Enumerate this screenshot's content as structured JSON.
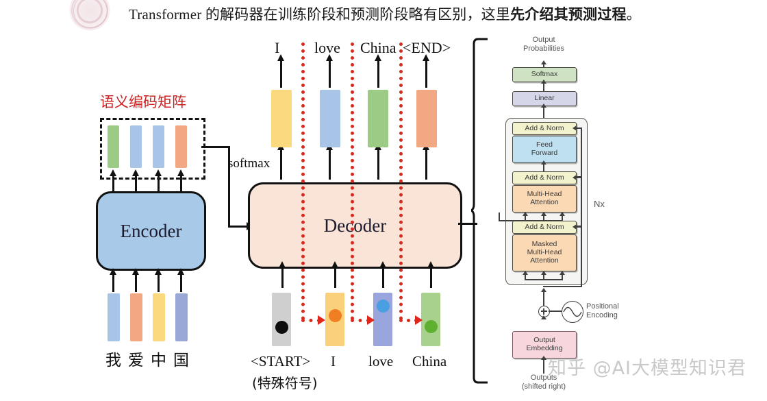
{
  "headline": {
    "prefix": "Transformer 的解码器在训练阶段和预测阶段略有区别，这里",
    "emphasis": "先介绍其预测过程",
    "suffix": "。"
  },
  "watermark": {
    "seal": "university-seal",
    "text": "知乎 @AI大模型知识君"
  },
  "encoder": {
    "title": "Encoder",
    "matrix_label": "语义编码矩阵",
    "softmax_label": "softmax",
    "input_tokens": [
      "我",
      "爱",
      "中",
      "国"
    ],
    "input_bar_colors": [
      "#a8c5e8",
      "#f2a883",
      "#fad97f",
      "#9aa8d8"
    ],
    "matrix_bar_colors": [
      "#9ccb86",
      "#a8c5e8",
      "#a8c5e8",
      "#f2a883"
    ],
    "box_color": "#a8c9e8"
  },
  "decoder": {
    "title": "Decoder",
    "box_color": "#fae3d7",
    "output_tokens": [
      "I",
      "love",
      "China",
      "<END>"
    ],
    "output_bar_colors": [
      "#fad97f",
      "#a8c5e8",
      "#9ccb86",
      "#f2a883"
    ],
    "input_tokens": [
      "<START>",
      "I",
      "love",
      "China"
    ],
    "input_subtitle": "(特殊符号)",
    "input_bar_colors": [
      "#cfcfcf",
      "#fad07a",
      "#9aa5dd",
      "#a9d18e"
    ],
    "input_dot_colors": [
      "#0d0d0d",
      "#ef7f22",
      "#4a9fe0",
      "#5fb030"
    ],
    "feedback_color": "#d52b1e"
  },
  "transformer_panel": {
    "output_probabilities": "Output\nProbabilities",
    "output_probabilities_line1": "Output",
    "output_probabilities_line2": "Probabilities",
    "softmax": "Softmax",
    "linear": "Linear",
    "add_norm_top": "Add & Norm",
    "feed_forward_line1": "Feed",
    "feed_forward_line2": "Forward",
    "add_norm_mid": "Add & Norm",
    "multi_head_line1": "Multi-Head",
    "multi_head_line2": "Attention",
    "add_norm_bottom": "Add & Norm",
    "masked_line1": "Masked",
    "masked_line2": "Multi-Head",
    "masked_line3": "Attention",
    "nx": "Nx",
    "positional_line1": "Positional",
    "positional_line2": "Encoding",
    "output_embedding_line1": "Output",
    "output_embedding_line2": "Embedding",
    "outputs_line1": "Outputs",
    "outputs_line2": "(shifted right)",
    "colors": {
      "softmax": "#cfe3c4",
      "linear": "#d5d7e8",
      "add_norm": "#f2f2cc",
      "feed_forward": "#bfe0f0",
      "attention": "#fbd9b5",
      "embedding": "#f7d7dd"
    }
  }
}
